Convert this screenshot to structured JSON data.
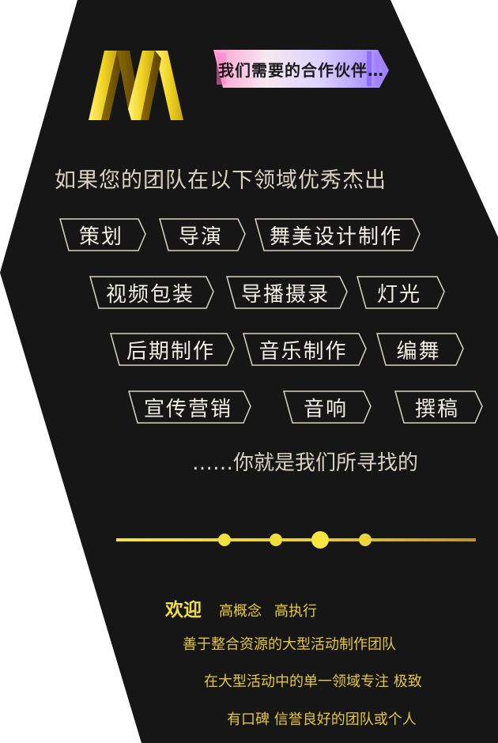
{
  "banner": {
    "text": "我们需要的合作伙伴…"
  },
  "intro": "如果您的团队在以下领域优秀杰出",
  "tags": [
    "策划",
    "导演",
    "舞美设计制作",
    "视频包装",
    "导播摄录",
    "灯光",
    "后期制作",
    "音乐制作",
    "编舞",
    "宣传营销",
    "音响",
    "撰稿"
  ],
  "tail": "……你就是我们所寻找的",
  "progress": {
    "total_steps": 4,
    "current_step": 3
  },
  "welcome": {
    "title": "欢迎",
    "point_1": "高概念",
    "point_2": "高执行"
  },
  "lines": [
    "善于整合资源的大型活动制作团队",
    "在大型活动中的单一领域专注  极致",
    "有口碑  信誉良好的团队或个人"
  ],
  "colors": {
    "accent": "#ecd53a",
    "background": "#161616",
    "text": "#d9d3c4"
  }
}
